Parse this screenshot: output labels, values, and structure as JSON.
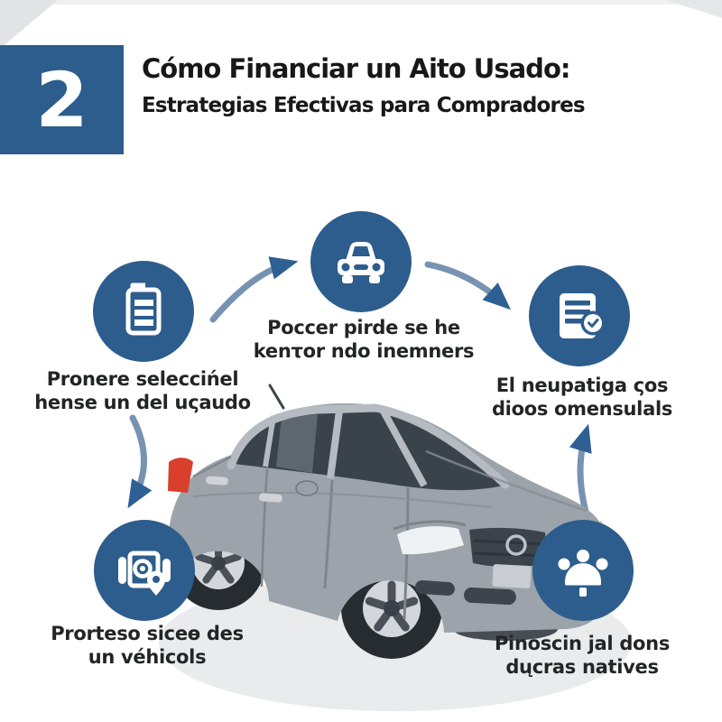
{
  "colors": {
    "accent_blue": "#2d5d8c",
    "arrow_shaft": "#7793b1",
    "arrow_head": "#2e6094",
    "title_text": "#17181a",
    "label_text": "#222426",
    "car_body_gray": "#9ca3aa",
    "taillight_red": "#d8402c",
    "background": "#ffffff"
  },
  "header": {
    "badge_number": "2",
    "title_line1": "Cómo Financiar un Aito Usado:",
    "title_line2": "Estrategias Efectivas para Compradores"
  },
  "steps": [
    {
      "id": "step-documents",
      "icon": "document-list-icon",
      "line1": "Pronere seleccińel",
      "line2": "hense un del uςaudo"
    },
    {
      "id": "step-vehicle",
      "icon": "car-front-icon",
      "line1": "Poccer pirde se he",
      "line2": "kenτor ndo inemners"
    },
    {
      "id": "step-contract",
      "icon": "document-check-icon",
      "line1": "El neupatiga ςos",
      "line2": "dioos omensulals"
    },
    {
      "id": "step-inspection",
      "icon": "camera-location-icon",
      "line1": "Prorteso siceɵ des",
      "line2": "un véhicols"
    },
    {
      "id": "step-payments",
      "icon": "paw-icon",
      "line1": "Pinoscin jal dons",
      "line2": "dųcras natives"
    }
  ]
}
